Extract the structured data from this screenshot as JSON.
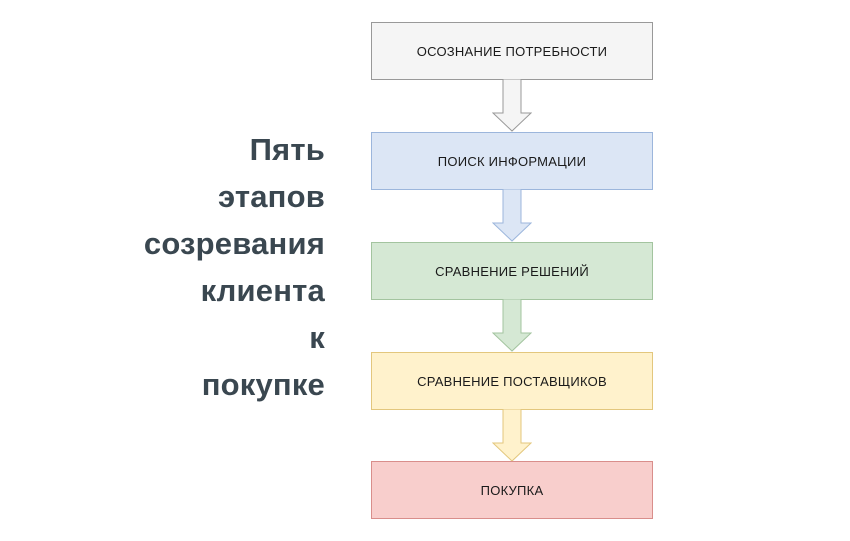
{
  "diagram": {
    "title": "Пять\nэтапов\nсозревания\nклиента\nк\nпокупке",
    "title_color": "#3a4750",
    "background": "#ffffff",
    "type": "flowchart",
    "orientation": "vertical-top-to-bottom",
    "nodes": [
      {
        "id": "stage-1",
        "label": "ОСОЗНАНИЕ ПОТРЕБНОСТИ",
        "fill": "#f5f5f5",
        "stroke": "#999999"
      },
      {
        "id": "stage-2",
        "label": "ПОИСК ИНФОРМАЦИИ",
        "fill": "#dce6f5",
        "stroke": "#9cb6dc"
      },
      {
        "id": "stage-3",
        "label": "СРАВНЕНИЕ РЕШЕНИЙ",
        "fill": "#d5e8d4",
        "stroke": "#a3c49f"
      },
      {
        "id": "stage-4",
        "label": "СРАВНЕНИЕ ПОСТАВЩИКОВ",
        "fill": "#fff2cc",
        "stroke": "#e3c77d"
      },
      {
        "id": "stage-5",
        "label": "ПОКУПКА",
        "fill": "#f8cecc",
        "stroke": "#d98e8b"
      }
    ],
    "connectors": [
      {
        "id": "arrow-1-2",
        "from": "stage-1",
        "to": "stage-2",
        "fill": "#f5f5f5",
        "stroke": "#999999"
      },
      {
        "id": "arrow-2-3",
        "from": "stage-2",
        "to": "stage-3",
        "fill": "#dce6f5",
        "stroke": "#9cb6dc"
      },
      {
        "id": "arrow-3-4",
        "from": "stage-3",
        "to": "stage-4",
        "fill": "#d5e8d4",
        "stroke": "#a3c49f"
      },
      {
        "id": "arrow-4-5",
        "from": "stage-4",
        "to": "stage-5",
        "fill": "#fff2cc",
        "stroke": "#e3c77d"
      }
    ]
  }
}
